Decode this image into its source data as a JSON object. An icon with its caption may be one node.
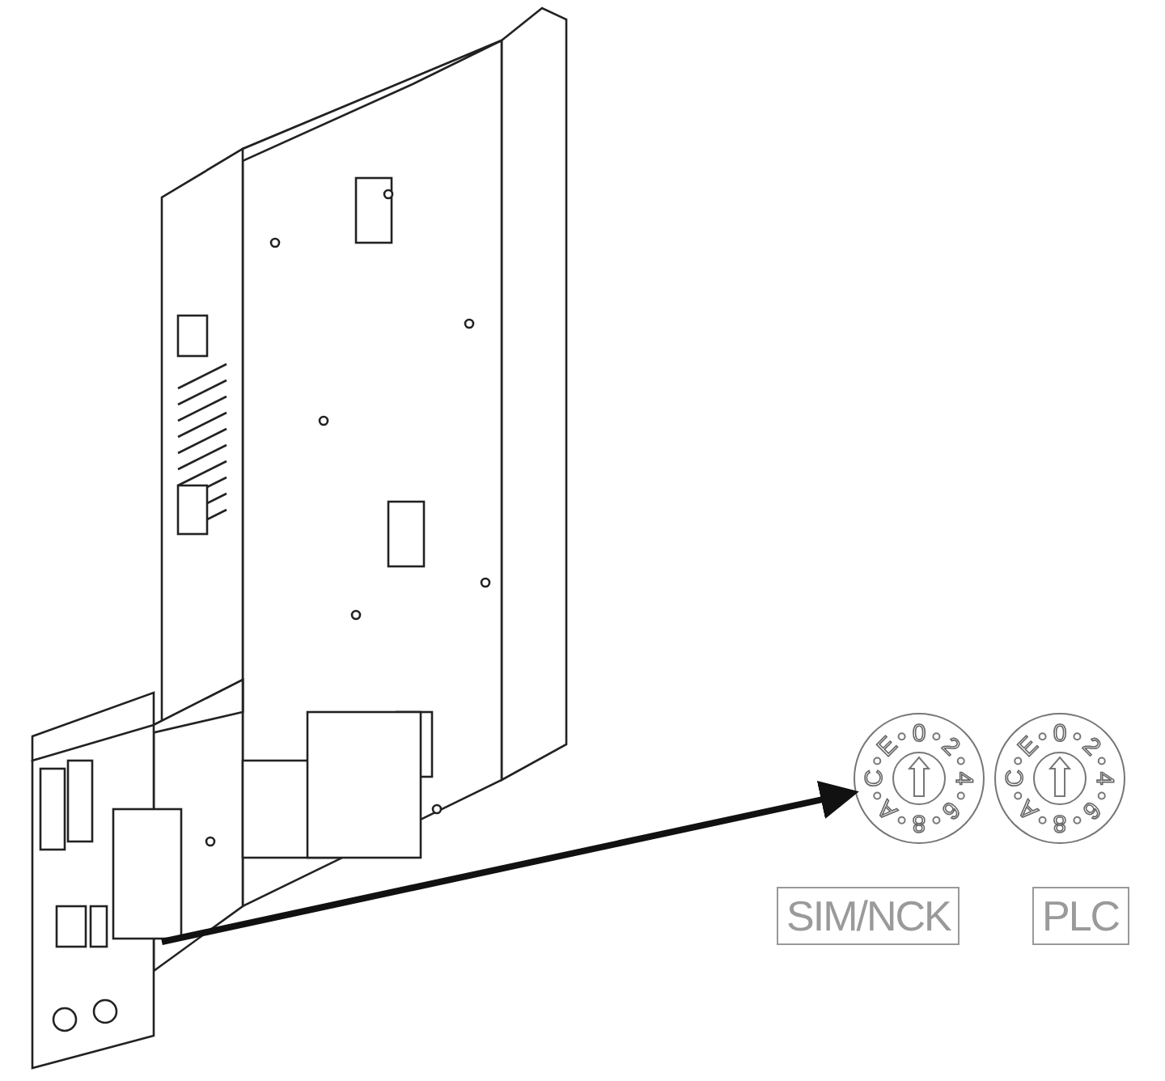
{
  "diagram": {
    "nodes": [
      {
        "text": [],
        "shape": "picture"
      },
      {
        "text": [],
        "shape": "circle"
      },
      {
        "text": [],
        "shape": "circle"
      },
      {
        "text": [
          "SIM/NCK"
        ]
      },
      {
        "text": [
          "PLC"
        ]
      }
    ],
    "edges": [
      {
        "from": 0,
        "to": 1,
        "arrow": "to"
      }
    ],
    "labels": [
      "0",
      "2",
      "4",
      "6",
      "8",
      "A",
      "C",
      "E",
      "0",
      "2",
      "4",
      "6",
      "8",
      "A",
      "C",
      "E"
    ]
  }
}
